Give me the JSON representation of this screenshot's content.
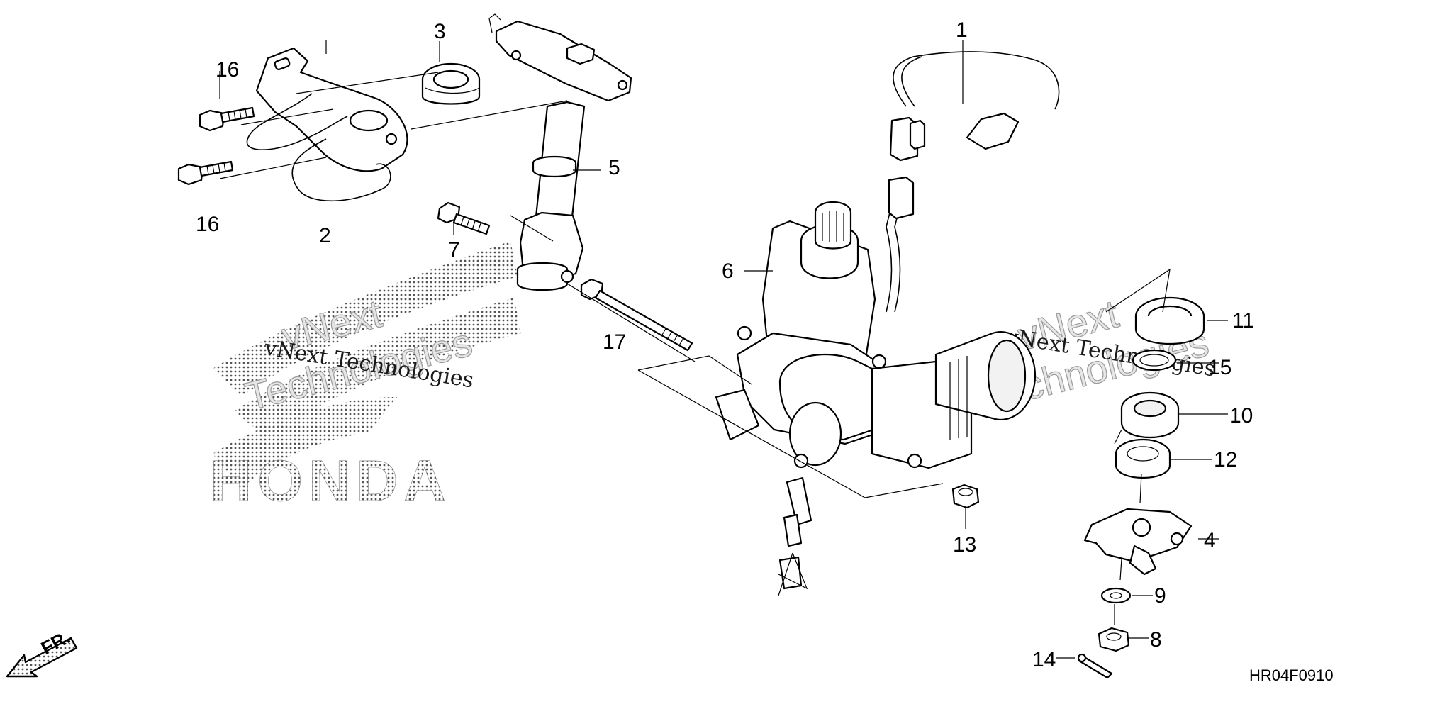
{
  "diagram": {
    "code": "HR04F0910",
    "front_indicator": "FR.",
    "callouts": [
      {
        "id": "c1",
        "text": "1"
      },
      {
        "id": "c2",
        "text": "2"
      },
      {
        "id": "c3",
        "text": "3"
      },
      {
        "id": "c4",
        "text": "4"
      },
      {
        "id": "c5",
        "text": "5"
      },
      {
        "id": "c6",
        "text": "6"
      },
      {
        "id": "c7",
        "text": "7"
      },
      {
        "id": "c8",
        "text": "8"
      },
      {
        "id": "c9",
        "text": "9"
      },
      {
        "id": "c10",
        "text": "10"
      },
      {
        "id": "c11",
        "text": "11"
      },
      {
        "id": "c12",
        "text": "12"
      },
      {
        "id": "c13",
        "text": "13"
      },
      {
        "id": "c14",
        "text": "14"
      },
      {
        "id": "c15",
        "text": "15"
      },
      {
        "id": "c16a",
        "text": "16"
      },
      {
        "id": "c16b",
        "text": "16"
      },
      {
        "id": "c17",
        "text": "17"
      }
    ]
  },
  "watermarks": {
    "left_small": "vNext Technologies",
    "left_big_1": "vNext",
    "left_big_2": "Technologies",
    "right_small": "vNext Technologies",
    "right_big_1": "vNext",
    "right_big_2": "Technologies",
    "brand": "HONDA"
  },
  "colors": {
    "ink": "#000000",
    "background": "#ffffff",
    "dot_pattern": "#555555"
  }
}
